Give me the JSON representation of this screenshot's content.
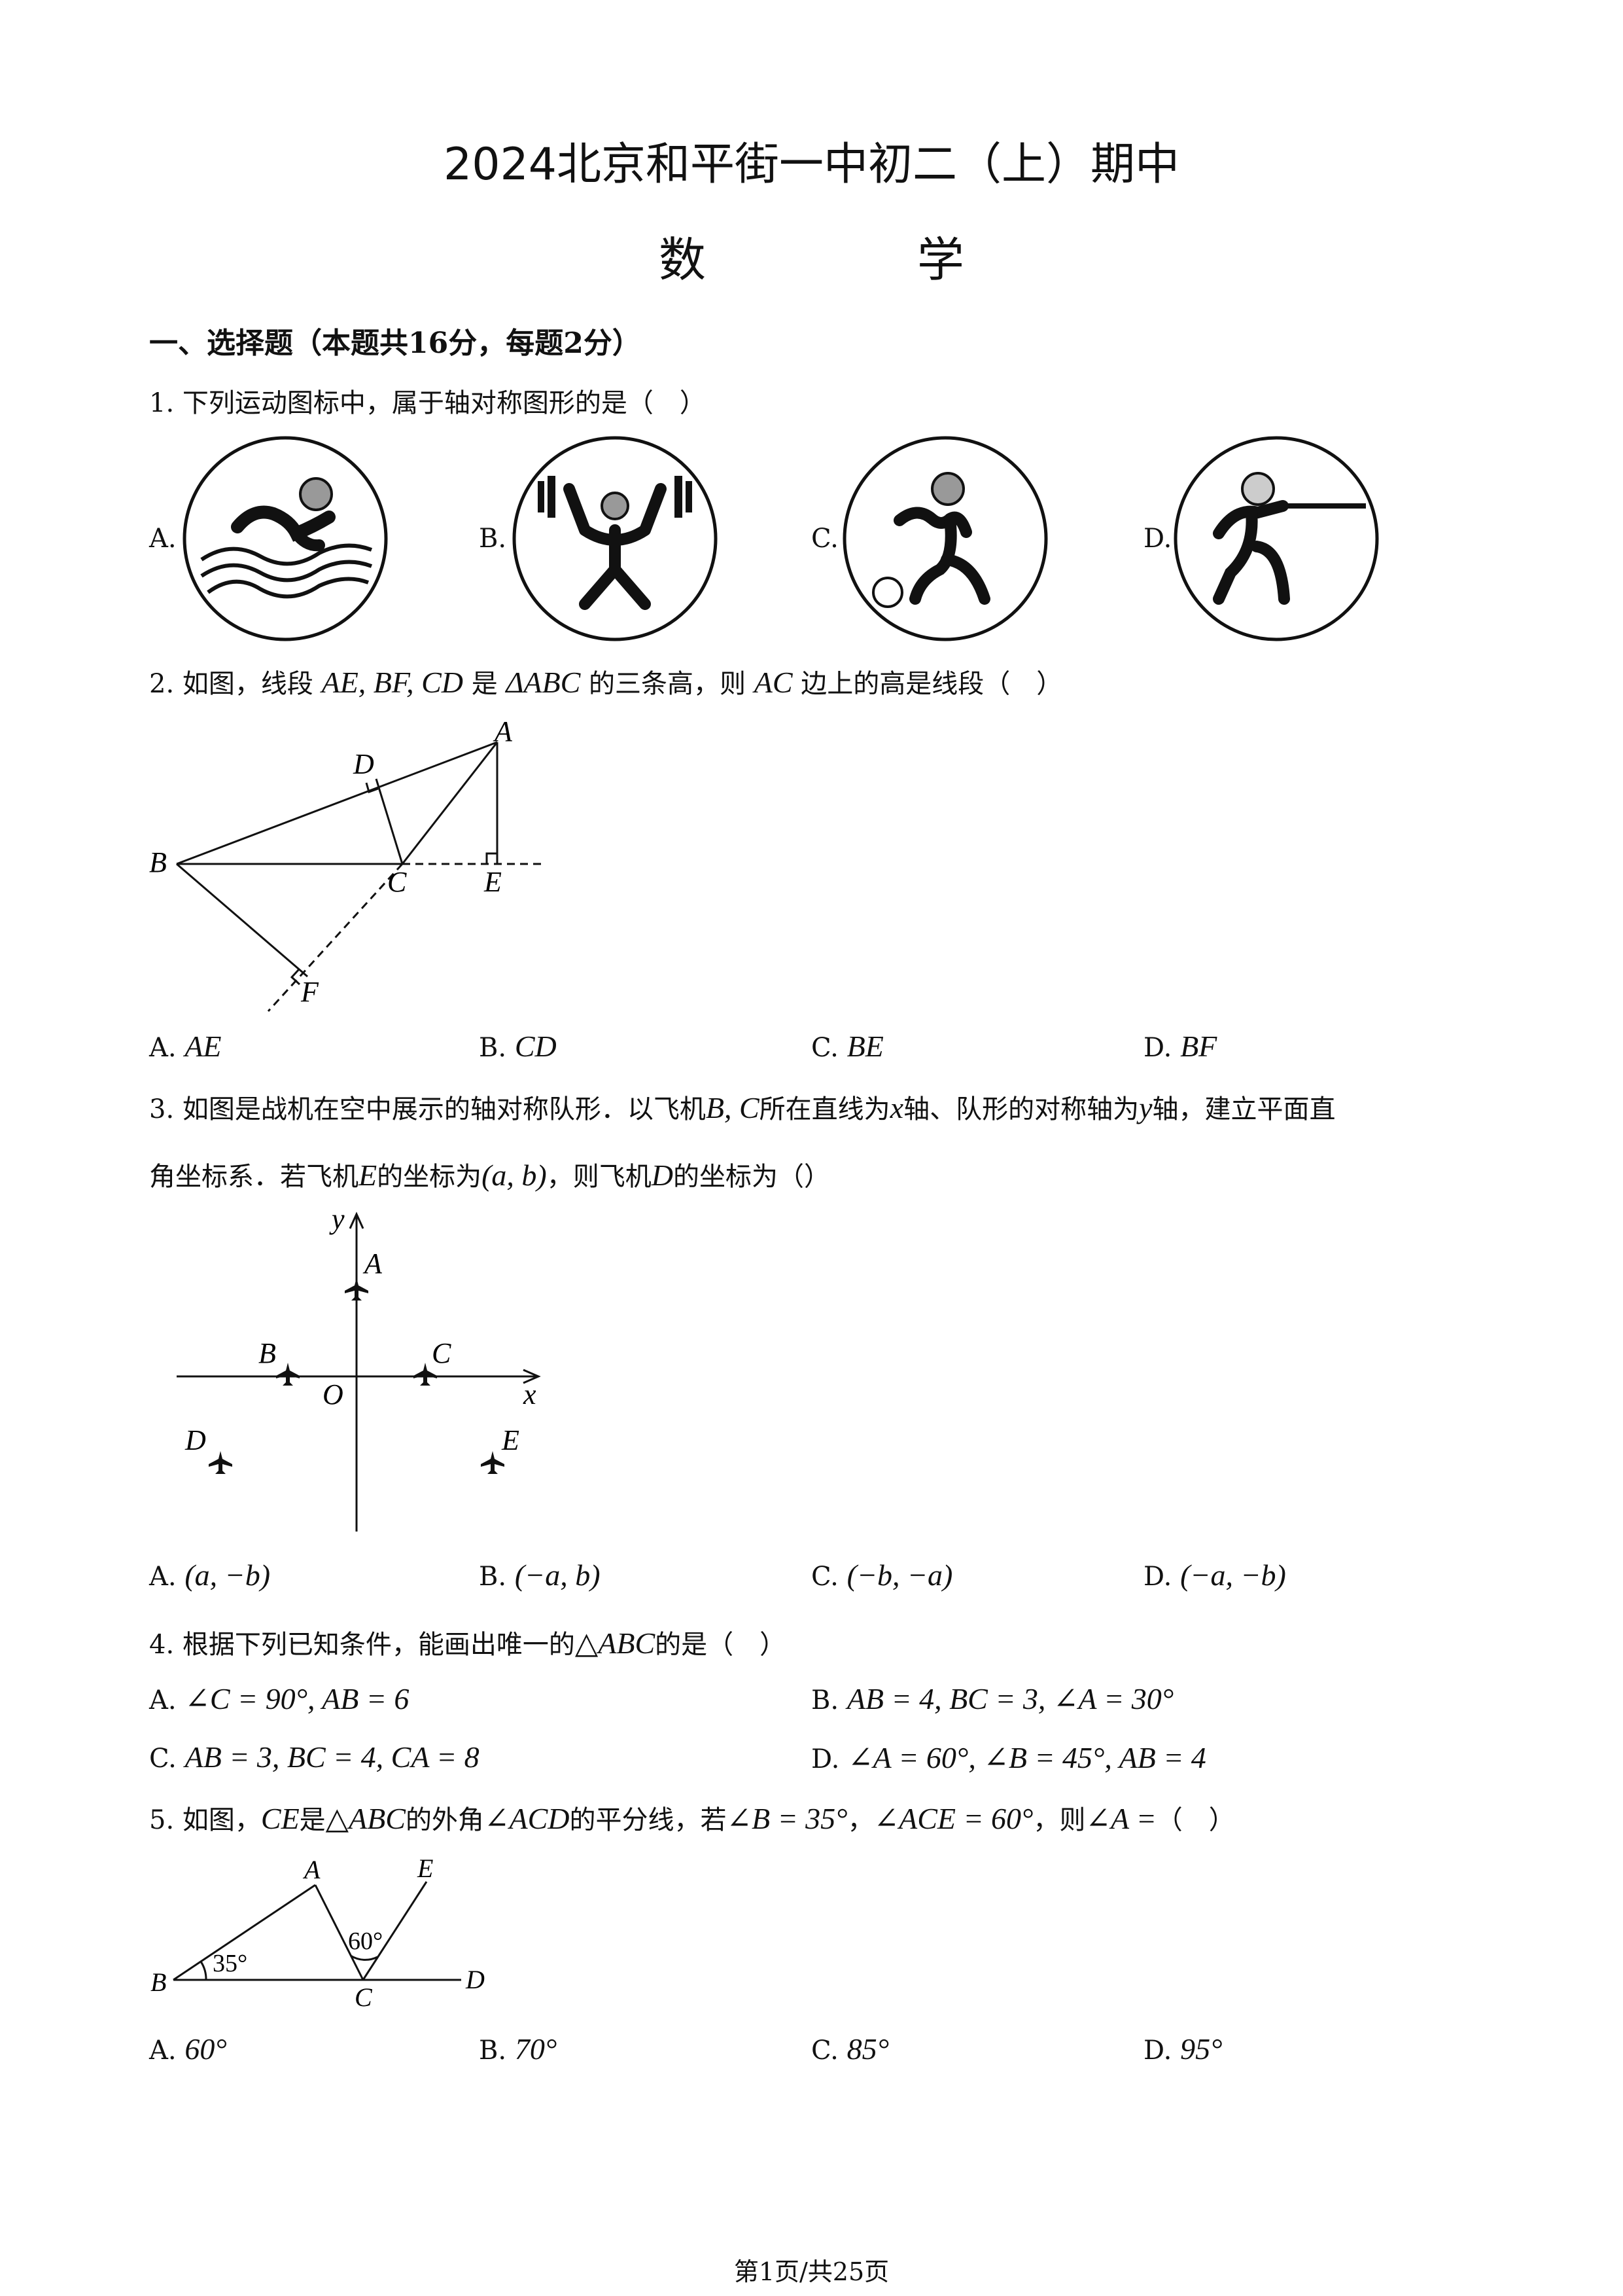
{
  "header": {
    "title": "2024北京和平街一中初二（上）期中",
    "subject": "数 学"
  },
  "section1": "一、选择题（本题共16分，每题2分）",
  "q1": {
    "stem": "1. 下列运动图标中，属于轴对称图形的是（　）",
    "options": [
      "A.",
      "B.",
      "C.",
      "D."
    ],
    "icons": [
      "swimming-icon",
      "weightlifting-icon",
      "football-icon",
      "fencing-icon"
    ]
  },
  "q2": {
    "stem_prefix": "2. 如图，线段",
    "stem_math1": "AE, BF, CD",
    "stem_mid": "是",
    "stem_math2": "ΔABC",
    "stem_mid2": "的三条高，则",
    "stem_math3": "AC",
    "stem_suffix": "边上的高是线段（　）",
    "figure_labels": [
      "A",
      "B",
      "C",
      "D",
      "E",
      "F"
    ],
    "options": [
      {
        "key": "A.",
        "val": "AE"
      },
      {
        "key": "B.",
        "val": "CD"
      },
      {
        "key": "C.",
        "val": "BE"
      },
      {
        "key": "D.",
        "val": "BF"
      }
    ]
  },
  "q3": {
    "line1_a": "3. 如图是战机在空中展示的轴对称队形．以飞机",
    "line1_m1": "B, C",
    "line1_b": "所在直线为",
    "line1_m2": "x",
    "line1_c": "轴、队形的对称轴为",
    "line1_m3": "y",
    "line1_d": "轴，建立平面直",
    "line2_a": "角坐标系．若飞机",
    "line2_m1": "E",
    "line2_b": "的坐标为",
    "line2_m2": "(a, b)",
    "line2_c": "，则飞机",
    "line2_m3": "D",
    "line2_d": "的坐标为（）",
    "figure_labels": [
      "y",
      "A",
      "B",
      "C",
      "O",
      "x",
      "D",
      "E"
    ],
    "options": [
      {
        "key": "A.",
        "val": "(a, −b)"
      },
      {
        "key": "B.",
        "val": "(−a, b)"
      },
      {
        "key": "C.",
        "val": "(−b, −a)"
      },
      {
        "key": "D.",
        "val": "(−a, −b)"
      }
    ]
  },
  "q4": {
    "stem_a": "4. 根据下列已知条件，能画出唯一的",
    "stem_m": "△ABC",
    "stem_b": "的是（　）",
    "options": [
      {
        "key": "A.",
        "val": "∠C = 90°, AB = 6"
      },
      {
        "key": "B.",
        "val": "AB = 4, BC = 3, ∠A = 30°"
      },
      {
        "key": "C.",
        "val": "AB = 3, BC = 4, CA = 8"
      },
      {
        "key": "D.",
        "val": "∠A = 60°, ∠B = 45°, AB = 4"
      }
    ]
  },
  "q5": {
    "stem_a": "5. 如图，",
    "stem_m1": "CE",
    "stem_b": "是",
    "stem_m2": "△ABC",
    "stem_c": "的外角",
    "stem_m3": "∠ACD",
    "stem_d": "的平分线，若",
    "stem_m4": "∠B = 35°",
    "stem_e": "，",
    "stem_m5": "∠ACE = 60°",
    "stem_f": "，则",
    "stem_m6": "∠A =",
    "stem_g": "（　）",
    "figure_labels": [
      "A",
      "E",
      "60°",
      "35°",
      "B",
      "C",
      "D"
    ],
    "options": [
      {
        "key": "A.",
        "val": "60°"
      },
      {
        "key": "B.",
        "val": "70°"
      },
      {
        "key": "C.",
        "val": "85°"
      },
      {
        "key": "D.",
        "val": "95°"
      }
    ]
  },
  "footer": "第1页/共25页"
}
